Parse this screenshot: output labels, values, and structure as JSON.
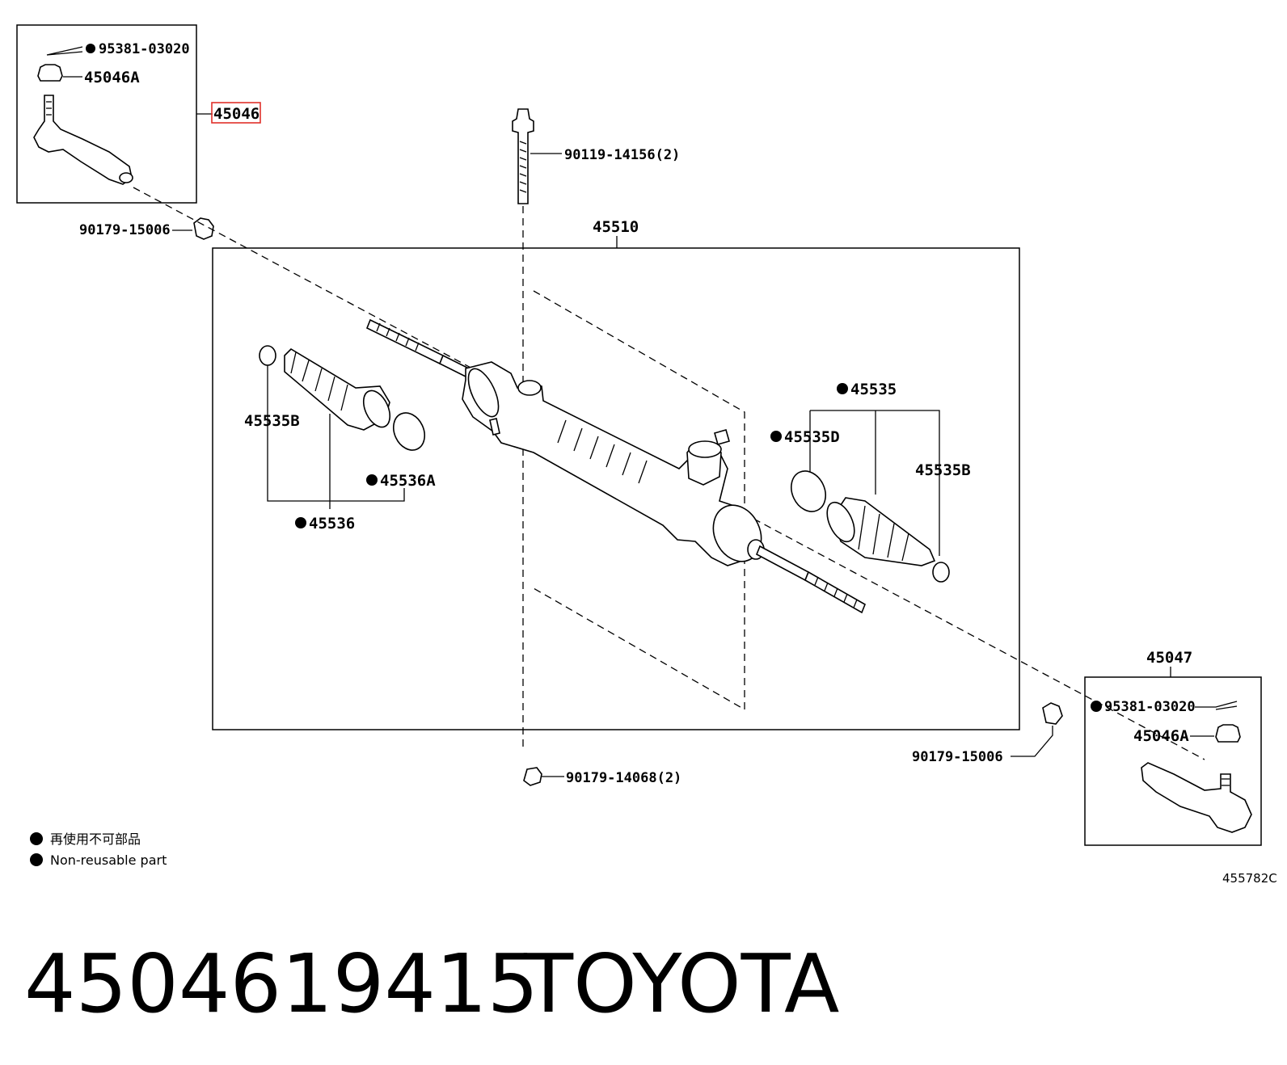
{
  "labels": {
    "cotter_pin_left": "95381-03020",
    "nut_left": "45046A",
    "tie_rod_end_left": "45046",
    "bolt_top": "90119-14156(2)",
    "nut_left_lower": "90179-15006",
    "rack_assembly": "45510",
    "boot_clamp_left": "45535B",
    "boot_left_clip": "45536A",
    "boot_left": "45536",
    "boot_right": "45535",
    "boot_right_clip": "45535D",
    "boot_clamp_right": "45535B",
    "tie_rod_end_right": "45047",
    "cotter_pin_right": "95381-03020",
    "nut_right": "45046A",
    "nut_right_lower": "90179-15006",
    "nut_bottom": "90179-14068(2)"
  },
  "legend": {
    "jp": "再使用不可部品",
    "en": "Non-reusable part"
  },
  "diagram_code": "455782C",
  "footer": {
    "part_number": "4504619415",
    "brand": "TOYOTA"
  },
  "colors": {
    "highlight": "#e0302a",
    "ink": "#000000"
  }
}
